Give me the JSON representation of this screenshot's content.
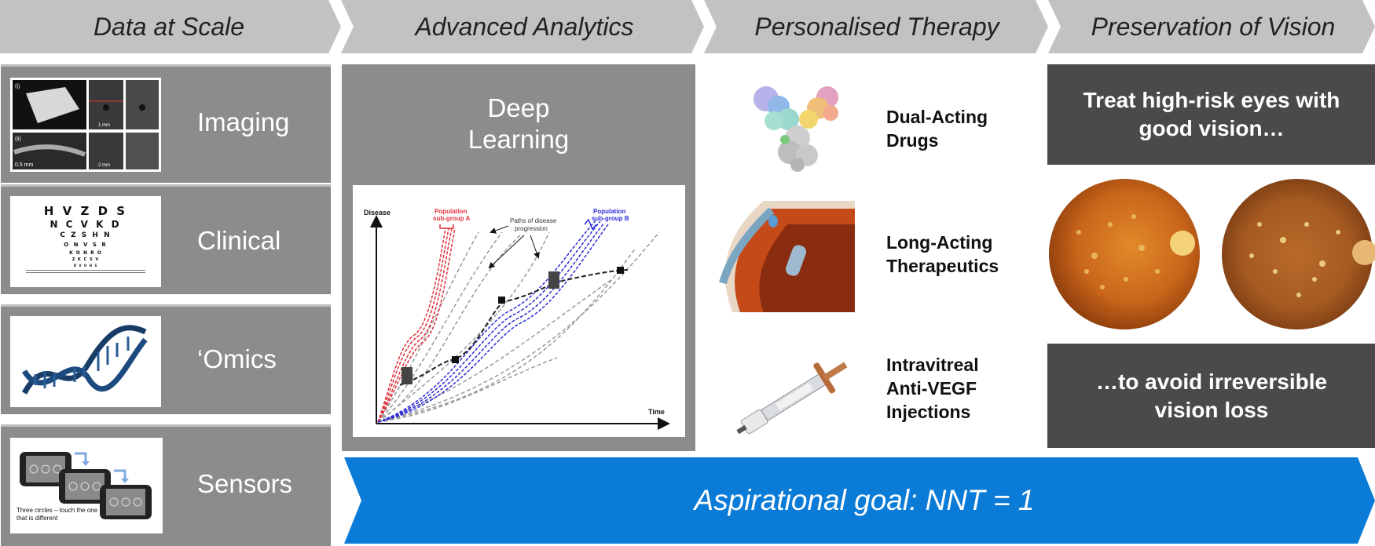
{
  "header": {
    "steps": [
      {
        "label": "Data at Scale"
      },
      {
        "label": "Advanced Analytics"
      },
      {
        "label": "Personalised Therapy"
      },
      {
        "label": "Preservation of Vision"
      }
    ]
  },
  "data_sources": [
    {
      "label": "Imaging",
      "icon": "oct-scan-image"
    },
    {
      "label": "Clinical",
      "icon": "eye-chart-image"
    },
    {
      "label": "‘Omics",
      "icon": "dna-helix-icon"
    },
    {
      "label": "Sensors",
      "icon": "smartphone-test-image"
    }
  ],
  "eye_chart": {
    "rows": [
      "H V Z D S",
      "N C V K D",
      "C Z S H N",
      "O N V S R",
      "K O N R O",
      "Z K C S V",
      "D V O H S"
    ]
  },
  "oct_scan": {
    "labels": [
      "(i)",
      "(ii)",
      "0.5 mm",
      "1 mm",
      "2 mm"
    ]
  },
  "sensors_caption": "Three circles – touch the one that is different",
  "analytics": {
    "title_line1": "Deep",
    "title_line2": "Learning",
    "plot": {
      "y_axis": "Disease",
      "x_axis": "Time",
      "label_group_a_line1": "Population",
      "label_group_a_line2": "sub-group A",
      "label_group_b_line1": "Population",
      "label_group_b_line2": "sub-group B",
      "label_paths_line1": "Paths of disease",
      "label_paths_line2": "progression",
      "color_group_a": "#e0303a",
      "color_group_b": "#2a2ad8",
      "color_paths": "#9a9a9a"
    }
  },
  "therapies": [
    {
      "line1": "Dual-Acting",
      "line2": "Drugs",
      "line3": "",
      "icon": "antibody-molecule-image"
    },
    {
      "line1": "Long-Acting",
      "line2": "Therapeutics",
      "line3": "",
      "icon": "eye-implant-image"
    },
    {
      "line1": "Intravitreal",
      "line2": "Anti-VEGF",
      "line3": "Injections",
      "icon": "syringe-image"
    }
  ],
  "vision": {
    "top_line1": "Treat high-risk eyes with",
    "top_line2": "good vision…",
    "bottom_line1": "…to avoid irreversible",
    "bottom_line2": "vision loss"
  },
  "goal_banner": {
    "text": "Aspirational goal: NNT = 1",
    "color": "#0a7bd6"
  },
  "colors": {
    "chevron": "#c2c2c2",
    "panel": "#8c8c8c",
    "dark_box": "#4a4a4a"
  }
}
